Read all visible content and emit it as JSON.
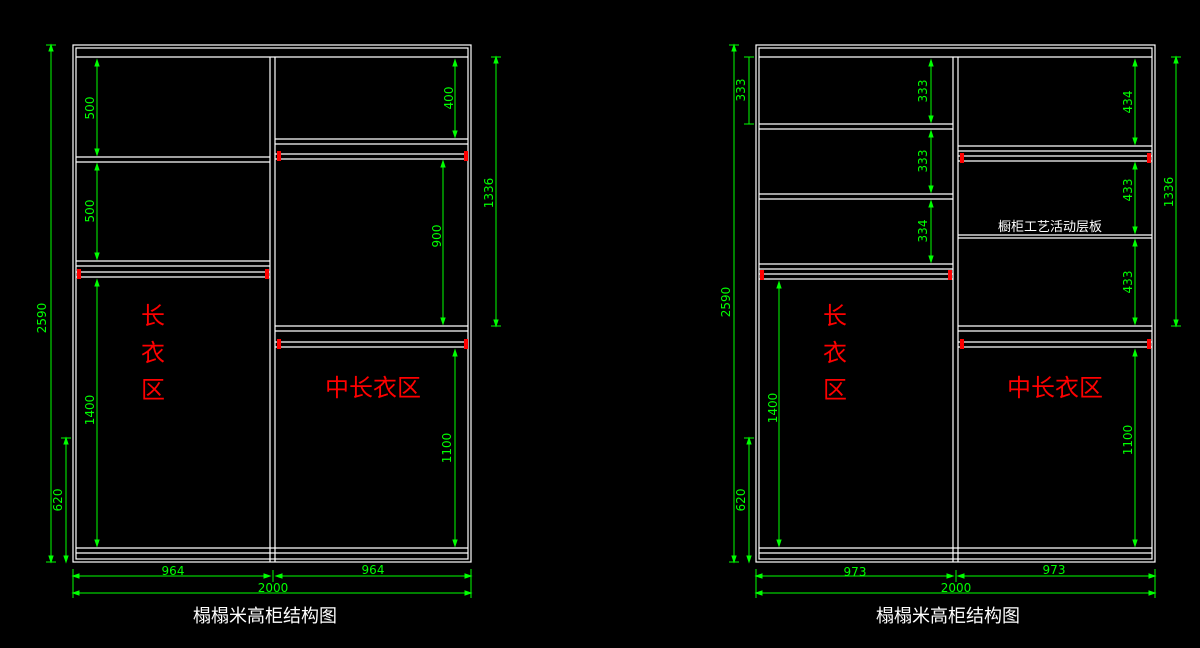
{
  "colors": {
    "background": "#000000",
    "structure": "#ffffff",
    "dimension": "#00ff00",
    "zone_label": "#ff0000",
    "hardware": "#ff0000",
    "caption": "#ffffff"
  },
  "drawings": [
    {
      "caption": "榻榻米高柜结构图",
      "zone_labels": {
        "long_coat": [
          "长",
          "衣",
          "区"
        ],
        "mid_coat": "中长衣区"
      },
      "dims": {
        "total_height": "2590",
        "lower_height": "620",
        "total_width": "2000",
        "left_width": "964",
        "right_width": "964",
        "right_upper_height": "1336",
        "left_shelf_1": "500",
        "left_shelf_2": "500",
        "left_hanging": "1400",
        "right_shelf_1": "400",
        "right_hanging_1": "900",
        "right_hanging_2": "1100"
      }
    },
    {
      "caption": "榻榻米高柜结构图",
      "zone_labels": {
        "long_coat": [
          "长",
          "衣",
          "区"
        ],
        "mid_coat": "中长衣区"
      },
      "annotation": "橱柜工艺活动层板",
      "dims": {
        "total_height": "2590",
        "lower_height": "620",
        "total_width": "2000",
        "left_width": "973",
        "right_width": "973",
        "right_upper_height": "1336",
        "left_top_outer": "333",
        "left_shelf_1": "333",
        "left_shelf_2": "333",
        "left_shelf_3": "334",
        "left_hanging": "1400",
        "right_shelf_1": "434",
        "right_shelf_2": "433",
        "right_shelf_3": "433",
        "right_hanging": "1100"
      }
    }
  ]
}
